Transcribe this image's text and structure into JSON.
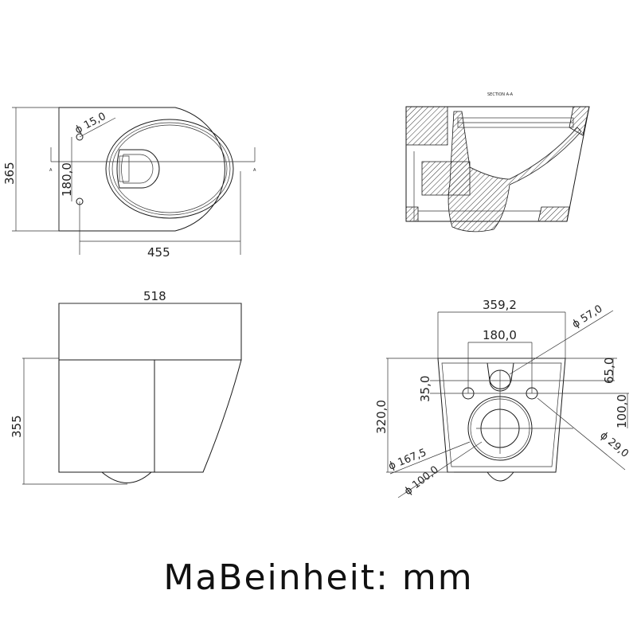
{
  "caption": "MaBeinheit: mm",
  "views": {
    "top_view": {
      "height_label": "365",
      "width_label": "455",
      "hole_spacing_label": "180,0",
      "hole_diameter_label": "ϕ 15,0",
      "section_marker_left": "A",
      "section_marker_right": "A"
    },
    "section_view": {
      "title": "SECTION A-A"
    },
    "side_view": {
      "width_label": "518",
      "height_label": "355"
    },
    "rear_view": {
      "overall_width_label": "359,2",
      "fixing_spacing_label": "180,0",
      "height_label": "320,0",
      "offset_35_label": "35,0",
      "offset_65_label": "65,0",
      "offset_100_label": "100,0",
      "inlet_diameter_label": "ϕ 57,0",
      "fixing_hole_diameter_label": "ϕ 29,0",
      "outlet_outer_diameter_label": "ϕ 167,5",
      "outlet_inner_diameter_label": "ϕ 100,0"
    }
  },
  "colors": {
    "line": "#1a1a1a",
    "background": "#ffffff",
    "hatch": "#333333"
  }
}
